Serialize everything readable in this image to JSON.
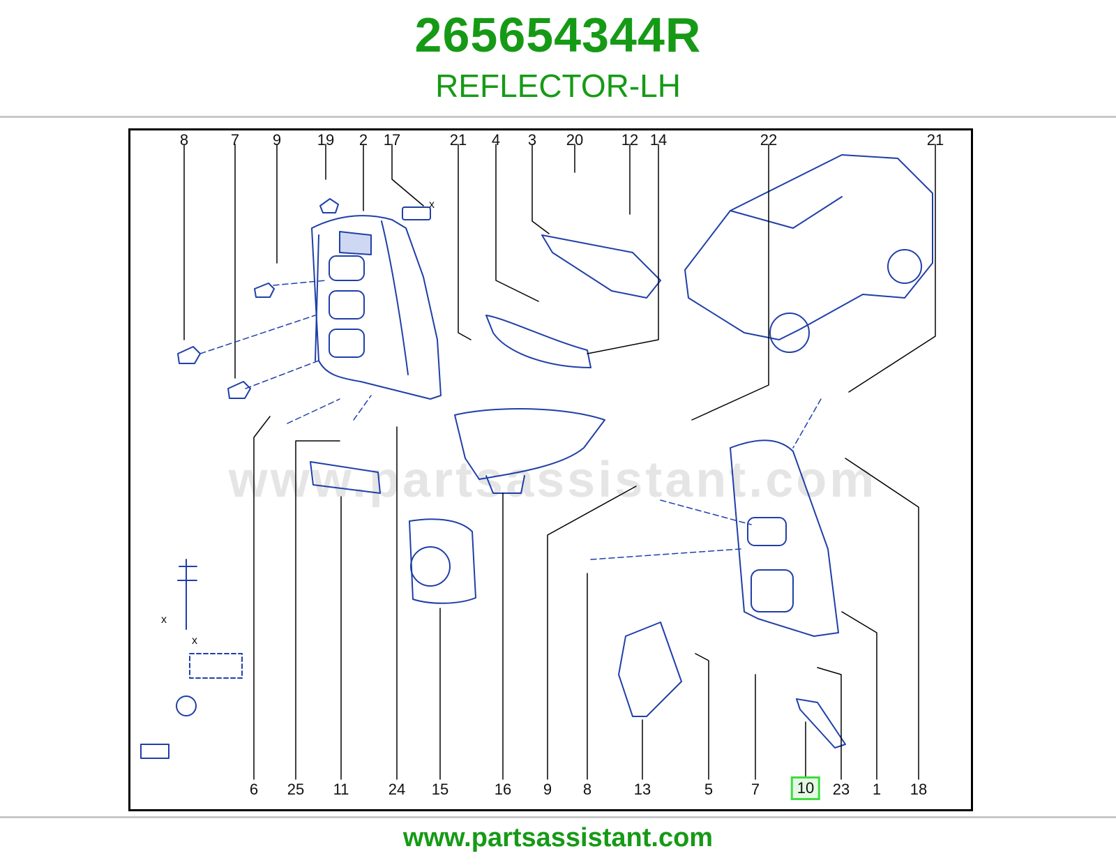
{
  "header": {
    "part_number": "265654344R",
    "part_name": "REFLECTOR-LH"
  },
  "diagram": {
    "watermark": "www.partsassistant.com",
    "top_callouts": [
      "8",
      "7",
      "9",
      "19",
      "2",
      "17",
      "21",
      "4",
      "3",
      "20",
      "12",
      "14",
      "22",
      "21"
    ],
    "bottom_callouts": [
      "6",
      "25",
      "11",
      "24",
      "15",
      "16",
      "9",
      "8",
      "13",
      "5",
      "7",
      "10",
      "23",
      "1",
      "18"
    ],
    "highlighted_callout": "10",
    "dimension_mark": "x",
    "line_color": "#1f3fa8",
    "highlight_color": "#3fdc3f"
  },
  "footer": {
    "url": "www.partsassistant.com"
  }
}
